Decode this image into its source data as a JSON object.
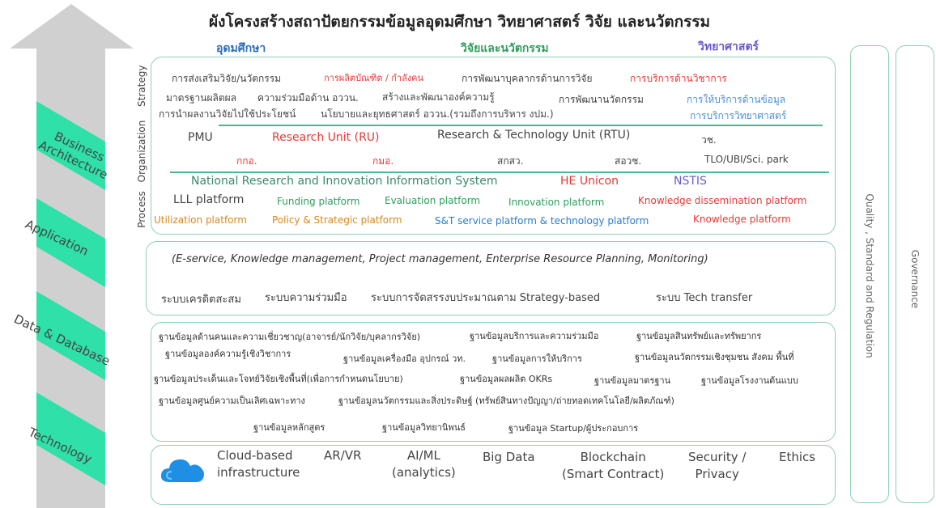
{
  "title": "ผังโครงสร้างสถาปัตยกรรมข้อมูลอุดมศึกษา วิทยาศาสตร์ วิจัย และนวัตกรรม",
  "headers": {
    "higher_ed": "อุดมศึกษา",
    "research": "วิจัยและนวัตกรรม",
    "science": "วิทยาศาสตร์"
  },
  "colors": {
    "arrow": "#d0d0d0",
    "band": "#2fe0a8",
    "border": "#8fcfb2",
    "divider": "#55b394",
    "red": "#e53935",
    "blue": "#2b7bd3",
    "green": "#2e9e5e",
    "orange": "#d68a1a",
    "cloud": "#1f8fe6"
  },
  "layers": {
    "business": "Business Architecture",
    "application": "Application",
    "data": "Data & Database",
    "technology": "Technology"
  },
  "side_labels": {
    "strategy": "Strategy",
    "organization": "Organization",
    "process": "Process"
  },
  "right_panels": {
    "quality": "Quality , Standard and Regulation",
    "governance": "Governance"
  },
  "strategy": {
    "r1": [
      "การส่งเสริมวิจัย/นวัตกรรม",
      "การผลิตบัณฑิต / กำลังคน",
      "การพัฒนาบุคลากรด้านการวิจัย",
      "การบริการด้านวิชาการ"
    ],
    "r2": [
      "มาตรฐานผลิตผล",
      "ความร่วมมือด้าน อววน.",
      "สร้างและพัฒนาองค์ความรู้",
      "การพัฒนานวัตกรรม",
      "การให้บริการด้านข้อมูล"
    ],
    "r3": [
      "การนำผลงานวิจัยไปใช้ประโยชน์",
      "นโยบายและยุทธศาสตร์ อววน.(รวมถึงการบริหาร งปม.)",
      "การบริการวิทยาศาสตร์"
    ]
  },
  "organization": {
    "r1": [
      "PMU",
      "Research Unit (RU)",
      "Research & Technology Unit (RTU)",
      "วช."
    ],
    "r2": [
      "กกอ.",
      "กมอ.",
      "สกสว.",
      "สอวช.",
      "TLO/UBI/Sci. park"
    ]
  },
  "process": {
    "r1": [
      "National Research and Innovation Information System",
      "HE Unicon",
      "NSTIS"
    ],
    "r2": [
      "LLL platform",
      "Funding platform",
      "Evaluation platform",
      "Innovation platform",
      "Knowledge dissemination platform"
    ],
    "r3": [
      "Utilization platform",
      "Policy & Strategic platform",
      "S&T service platform & technology platform",
      "Knowledge platform"
    ]
  },
  "application": {
    "line1": "(E-service, Knowledge management, Project management, Enterprise Resource Planning, Monitoring)",
    "line2": [
      "ระบบเครดิตสะสม",
      "ระบบความร่วมมือ",
      "ระบบการจัดสรรงบประมาณตาม Strategy-based",
      "ระบบ Tech transfer"
    ]
  },
  "data": {
    "r1": [
      "ฐานข้อมูลด้านคนและความเชี่ยวชาญ(อาจารย์/นักวิจัย/บุคลากรวิจัย)",
      "ฐานข้อมูลบริการและความร่วมมือ",
      "ฐานข้อมูลสินทรัพย์และทรัพยากร"
    ],
    "r2": [
      "ฐานข้อมูลองค์ความรู้เชิงวิชาการ",
      "ฐานข้อมูลเครื่องมือ อุปกรณ์ วท.",
      "ฐานข้อมูลการให้บริการ",
      "ฐานข้อมูลนวัตกรรมเชิงชุมชน สังคม พื้นที่"
    ],
    "r3": [
      "ฐานข้อมูลประเด็นและโจทย์วิจัยเชิงพื้นที่(เพื่อการกำหนดนโยบาย)",
      "ฐานข้อมูลผลผลิต OKRs",
      "ฐานข้อมูลมาตรฐาน",
      "ฐานข้อมูลโรงงานต้นแบบ"
    ],
    "r4": [
      "ฐานข้อมูลศูนย์ความเป็นเลิศเฉพาะทาง",
      "ฐานข้อมูลนวัตกรรมและสิ่งประดิษฐ์ (ทรัพย์สินทางปัญญา/ถ่ายทอดเทคโนโลยี/ผลิตภัณฑ์)"
    ],
    "r5": [
      "ฐานข้อมูลหลักสูตร",
      "ฐานข้อมูลวิทยานิพนธ์",
      "ฐานข้อมูล Startup/ผู้ประกอบการ"
    ]
  },
  "technology": {
    "items": [
      {
        "l1": "Cloud-based",
        "l2": "infrastructure"
      },
      {
        "l1": "AR/VR",
        "l2": ""
      },
      {
        "l1": "AI/ML",
        "l2": "(analytics)"
      },
      {
        "l1": "Big Data",
        "l2": ""
      },
      {
        "l1": "Blockchain",
        "l2": "(Smart Contract)"
      },
      {
        "l1": "Security /",
        "l2": "Privacy"
      },
      {
        "l1": "Ethics",
        "l2": ""
      }
    ],
    "icon": "cloud-icon"
  }
}
